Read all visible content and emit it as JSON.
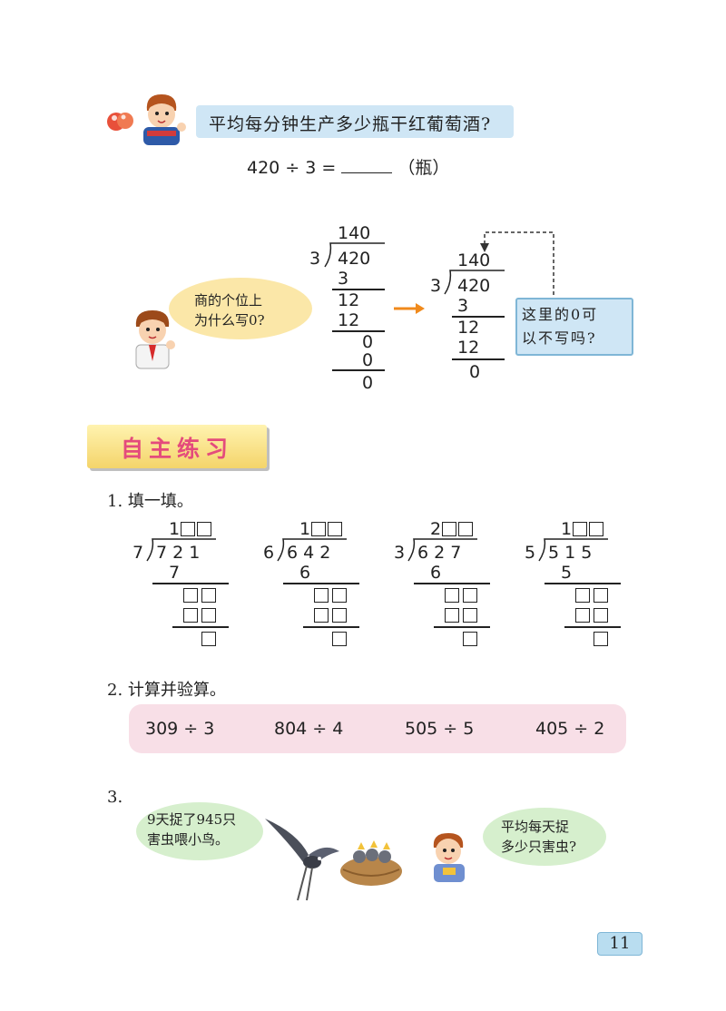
{
  "intro": {
    "question": "平均每分钟生产多少瓶干红葡萄酒?",
    "equation_left": "420 ÷ 3 =",
    "equation_unit": "（瓶）"
  },
  "division_a": {
    "quotient": "140",
    "divisor": "3",
    "dividend": "420",
    "steps": [
      "3",
      "12",
      "12",
      "0",
      "0",
      "0"
    ]
  },
  "division_b": {
    "quotient": "140",
    "divisor": "3",
    "dividend": "420",
    "steps": [
      "3",
      "12",
      "12",
      "0"
    ]
  },
  "bubble_left": {
    "line1": "商的个位上",
    "line2": "为什么写0?"
  },
  "bubble_right": {
    "line1": "这里的0可",
    "line2": "以不写吗?"
  },
  "section_title": "自主练习",
  "q1": {
    "label": "1. 填一填。",
    "problems": [
      {
        "divisor": "7",
        "dividend": "7 2 1",
        "q_first": "1",
        "step1": "7"
      },
      {
        "divisor": "6",
        "dividend": "6 4 2",
        "q_first": "1",
        "step1": "6"
      },
      {
        "divisor": "3",
        "dividend": "6 2 7",
        "q_first": "2",
        "step1": "6"
      },
      {
        "divisor": "5",
        "dividend": "5 1 5",
        "q_first": "1",
        "step1": "5"
      }
    ]
  },
  "q2": {
    "label": "2. 计算并验算。",
    "items": [
      "309 ÷ 3",
      "804 ÷ 4",
      "505 ÷ 5",
      "405 ÷ 2"
    ]
  },
  "q3": {
    "label": "3.",
    "bubble_left": {
      "line1": "9天捉了945只",
      "line2": "害虫喂小鸟。"
    },
    "bubble_right": {
      "line1": "平均每天捉",
      "line2": "多少只害虫?"
    }
  },
  "page_number": "11",
  "colors": {
    "arrow": "#f08a1c",
    "banner_text": "#e44b7c",
    "bubble_blue": "#cfe6f5",
    "bubble_yellow": "#fbe7a8",
    "bubble_green": "#d6efcd",
    "calc_bar": "#f8dfe7"
  }
}
